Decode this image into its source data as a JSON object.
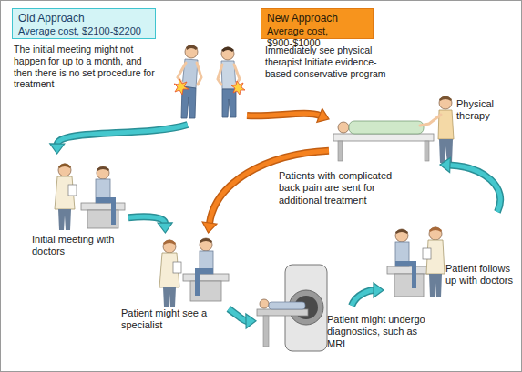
{
  "diagram": {
    "nodes": [
      {
        "text": [
          "Old Approach",
          "Average cost, $2100-$2200"
        ]
      },
      {
        "text": [
          "New Approach",
          "Average cost, $900-$1000"
        ]
      },
      {
        "text": [
          "Physical therapy"
        ]
      },
      {
        "text": [
          "Initial meeting with doctors"
        ]
      },
      {
        "text": [
          "Patient might see a specialist"
        ]
      },
      {
        "text": [
          "Patient might undergo diagnostics, such as MRI"
        ]
      },
      {
        "text": [
          "Patient follows up with doctors"
        ]
      }
    ],
    "edges": [
      {
        "from": 0,
        "to": 3,
        "arrow": "to"
      },
      {
        "from": 3,
        "to": 4,
        "arrow": "to"
      },
      {
        "from": 4,
        "to": 5,
        "arrow": "to"
      },
      {
        "from": 5,
        "to": 6,
        "arrow": "to"
      },
      {
        "from": 6,
        "to": 2,
        "arrow": "to"
      },
      {
        "from": 1,
        "to": 2,
        "arrow": "to"
      },
      {
        "from": 2,
        "to": 4,
        "arrow": "to",
        "label": "Patients with complicated back pain are sent for additional treatment"
      }
    ],
    "labels": [
      "The initial meeting might not happen for up to a month, and then there is no set procedure for treatment",
      "Immediately see physical therapist Initiate evidence-based conservative program"
    ]
  }
}
